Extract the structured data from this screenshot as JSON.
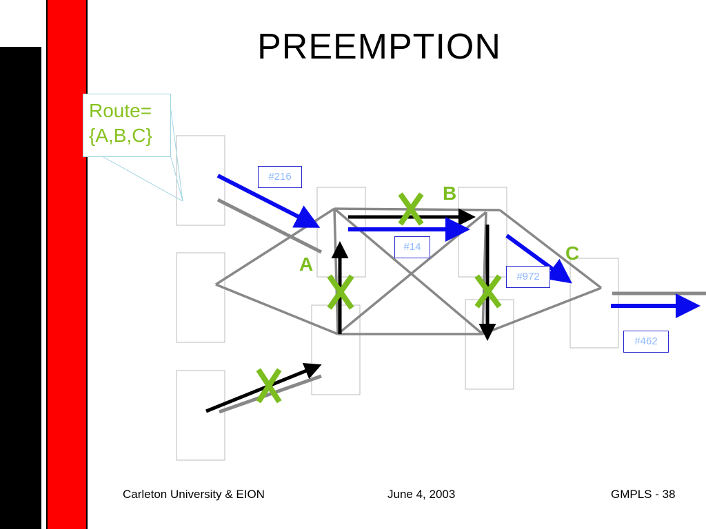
{
  "title": "PREEMPTION",
  "callout": {
    "line1": "Route=",
    "line2": "{A,B,C}"
  },
  "labels": {
    "a": "A",
    "b": "B",
    "c": "C"
  },
  "tags": {
    "t216": "#216",
    "t14": "#14",
    "t972": "#972",
    "t462": "#462"
  },
  "colors": {
    "preempted_mark": "#7cbd1f",
    "new_path": "#0a0aee",
    "old_path": "#888888",
    "link": "#000000"
  },
  "footer": {
    "left": "Carleton University & EION",
    "center": "June 4, 2003",
    "right": "GMPLS - 38"
  }
}
